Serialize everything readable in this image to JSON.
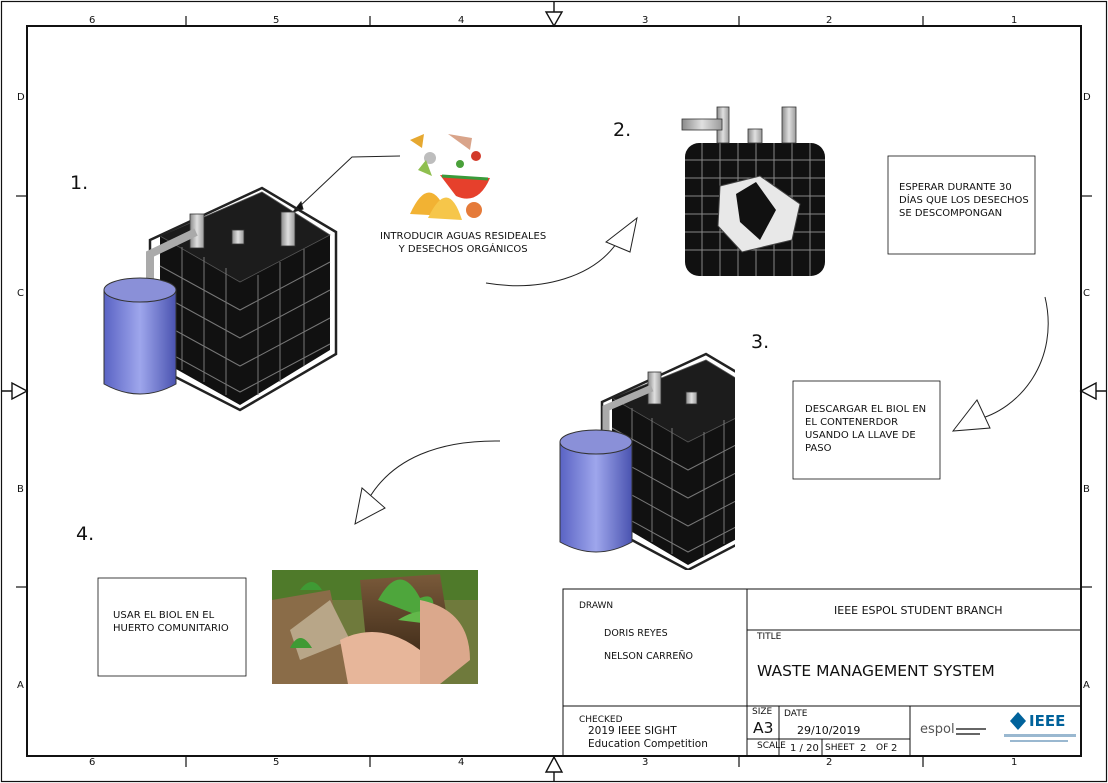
{
  "border": {
    "top_columns": [
      "6",
      "5",
      "4",
      "3",
      "2",
      "1"
    ],
    "bottom_columns": [
      "6",
      "5",
      "4",
      "3",
      "2",
      "1"
    ],
    "left_rows": [
      "D",
      "C",
      "B",
      "A"
    ],
    "right_rows": [
      "D",
      "C",
      "B",
      "A"
    ]
  },
  "steps": [
    {
      "number": "1.",
      "note": ""
    },
    {
      "number": "2.",
      "note": "ESPERAR DURANTE 30\nDÍAS QUE LOS DESECHOS\nSE DESCOMPONGAN"
    },
    {
      "number": "3.",
      "note": "DESCARGAR EL BIOL EN\nEL CONTENERDOR\nUSANDO LA LLAVE DE\nPASO"
    },
    {
      "number": "4.",
      "note": "USAR EL BIOL EN EL\nHUERTO COMUNITARIO"
    }
  ],
  "callout": "INTRODUCIR AGUAS RESIDEALES\nY DESECHOS ORGÁNICOS",
  "title_block": {
    "drawn_label": "DRAWN",
    "drawn_by": [
      "DORIS REYES",
      "NELSON CARREÑO"
    ],
    "organization": "IEEE ESPOL STUDENT BRANCH",
    "title_label": "TITLE",
    "title": "WASTE MANAGEMENT SYSTEM",
    "checked_label": "CHECKED",
    "checked_text": "2019 IEEE SIGHT\nEducation Competition",
    "size_label": "SIZE",
    "size": "A3",
    "date_label": "DATE",
    "date": "29/10/2019",
    "scale_label": "SCALE",
    "scale": "1 / 20",
    "sheet_label": "SHEET",
    "sheet": "2",
    "of_label": "OF",
    "of": "2",
    "logo_espol": "espol",
    "logo_ieee": "IEEE"
  },
  "colors": {
    "line": "#111111",
    "tank": "#111111",
    "container": "#7f86d6",
    "pipe": "#b8b8b8",
    "ieee_blue": "#00629b"
  }
}
